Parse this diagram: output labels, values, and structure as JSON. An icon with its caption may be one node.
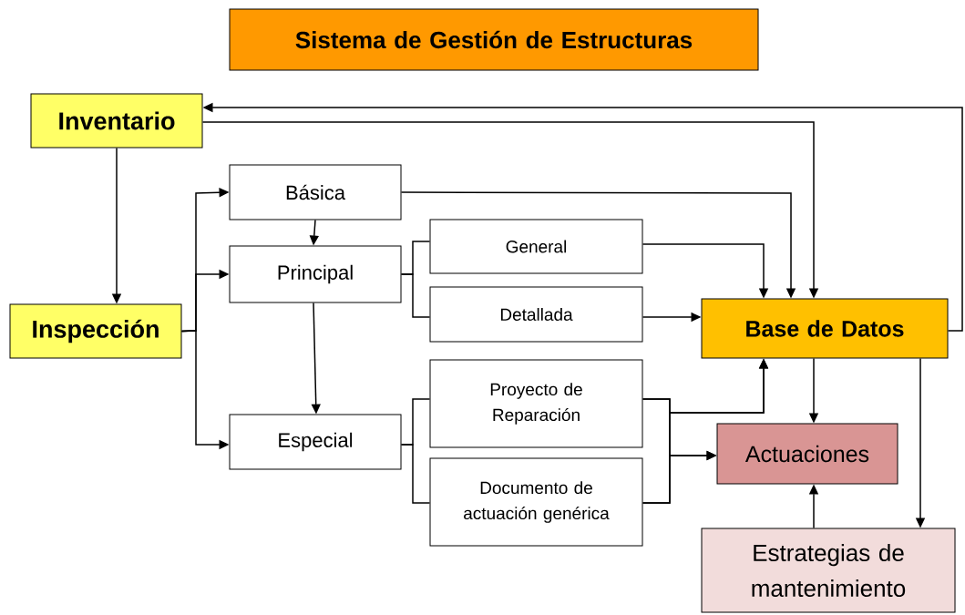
{
  "diagram": {
    "nodes": [
      {
        "text": [
          "Sistema de Gestión de Estructuras"
        ]
      },
      {
        "text": [
          "Inventario"
        ]
      },
      {
        "text": [
          "Inspección"
        ]
      },
      {
        "text": [
          "Básica"
        ]
      },
      {
        "text": [
          "Principal"
        ]
      },
      {
        "text": [
          "Especial"
        ]
      },
      {
        "text": [
          "General"
        ]
      },
      {
        "text": [
          "Detallada"
        ]
      },
      {
        "text": [
          "Proyecto de Reparación"
        ]
      },
      {
        "text": [
          "Documento de actuación genérica"
        ]
      },
      {
        "text": [
          "Base de Datos"
        ]
      },
      {
        "text": [
          "Actuaciones"
        ]
      },
      {
        "text": [
          "Estrategias de mantenimiento"
        ]
      }
    ],
    "edges": [
      {
        "from": 1,
        "to": 2,
        "arrow": "to"
      },
      {
        "from": 2,
        "to": 3,
        "arrow": "to"
      },
      {
        "from": 2,
        "to": 4,
        "arrow": "to"
      },
      {
        "from": 2,
        "to": 5,
        "arrow": "to"
      },
      {
        "from": 3,
        "to": 4,
        "arrow": "to"
      },
      {
        "from": 4,
        "to": 5,
        "arrow": "to"
      },
      {
        "from": 4,
        "to": 6,
        "arrow": "none"
      },
      {
        "from": 4,
        "to": 7,
        "arrow": "none"
      },
      {
        "from": 5,
        "to": 8,
        "arrow": "none"
      },
      {
        "from": 5,
        "to": 9,
        "arrow": "none"
      },
      {
        "from": 1,
        "to": 10,
        "arrow": "to"
      },
      {
        "from": 3,
        "to": 10,
        "arrow": "to"
      },
      {
        "from": 6,
        "to": 10,
        "arrow": "to"
      },
      {
        "from": 7,
        "to": 10,
        "arrow": "to"
      },
      {
        "from": 8,
        "to": 10,
        "arrow": "to"
      },
      {
        "from": 9,
        "to": 10,
        "arrow": "to"
      },
      {
        "from": 8,
        "to": 11,
        "arrow": "to"
      },
      {
        "from": 9,
        "to": 11,
        "arrow": "to"
      },
      {
        "from": 10,
        "to": 11,
        "arrow": "to"
      },
      {
        "from": 10,
        "to": 12,
        "arrow": "to"
      },
      {
        "from": 12,
        "to": 11,
        "arrow": "to"
      },
      {
        "from": 10,
        "to": 1,
        "arrow": "to"
      }
    ]
  }
}
